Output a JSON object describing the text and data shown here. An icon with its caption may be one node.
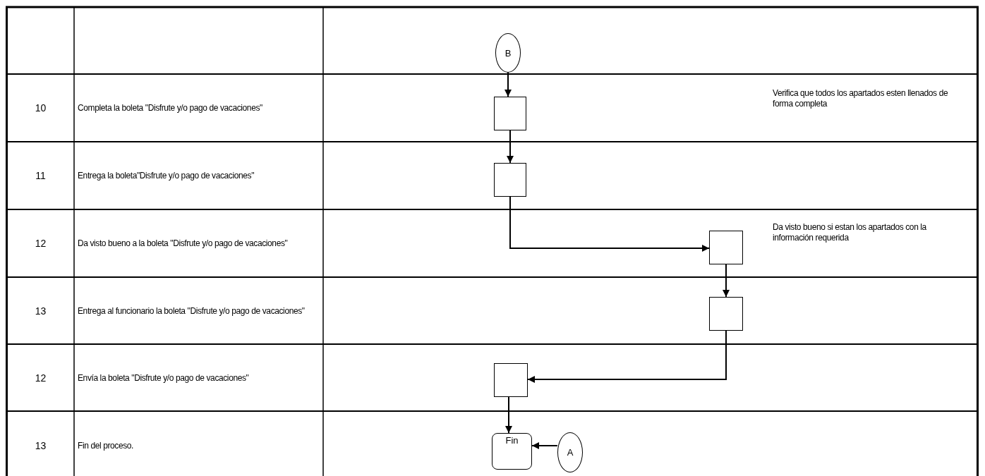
{
  "diagram": {
    "nodes": [
      {
        "text": [
          "B"
        ]
      },
      {
        "text": [],
        "shape": "box"
      },
      {
        "text": [],
        "shape": "box"
      },
      {
        "text": [],
        "shape": "box"
      },
      {
        "text": [],
        "shape": "box"
      },
      {
        "text": [],
        "shape": "box"
      },
      {
        "text": [
          "Fin"
        ]
      },
      {
        "text": [
          "A"
        ]
      }
    ],
    "edges": [
      {
        "from": 0,
        "to": 1,
        "arrow": "to"
      },
      {
        "from": 1,
        "to": 2,
        "arrow": "to"
      },
      {
        "from": 2,
        "to": 3,
        "arrow": "to"
      },
      {
        "from": 3,
        "to": 4,
        "arrow": "to"
      },
      {
        "from": 4,
        "to": 5,
        "arrow": "to"
      },
      {
        "from": 5,
        "to": 6,
        "arrow": "to"
      },
      {
        "from": 7,
        "to": 6,
        "arrow": "to"
      }
    ],
    "labels": [
      "10",
      "Completa la boleta \"Disfrute y/o pago de vacaciones\"",
      "Verifica que todos los apartados esten llenados de forma completa",
      "11",
      "Entrega la boleta\"Disfrute y/o pago de vacaciones\"",
      "12",
      "Da visto bueno a la boleta \"Disfrute y/o pago de vacaciones\"",
      "Da visto bueno si estan los apartados con la información requerida",
      "13",
      "Entrega al funcionario la boleta \"Disfrute y/o pago de vacaciones\"",
      "12",
      "Envía la boleta \"Disfrute y/o pago de vacaciones\"",
      "13",
      "Fin del proceso."
    ]
  }
}
